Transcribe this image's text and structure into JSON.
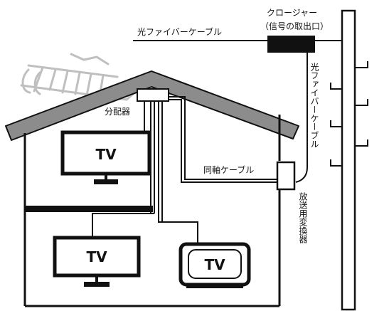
{
  "labels": {
    "fiber_cable_top": "光ファイバーケーブル",
    "closure_line1": "クロージャー",
    "closure_line2": "（信号の取出口）",
    "fiber_cable_vertical": "光ファイバーケーブル",
    "splitter": "分配器",
    "coax_cable": "同軸ケーブル",
    "converter_vertical": "放送用変換器"
  },
  "tv_labels": [
    "TV",
    "TV",
    "TV"
  ],
  "colors": {
    "roof": "#8c8c8c",
    "line": "#111111",
    "closure": "#111111",
    "antenna": "#bfbfbf"
  }
}
